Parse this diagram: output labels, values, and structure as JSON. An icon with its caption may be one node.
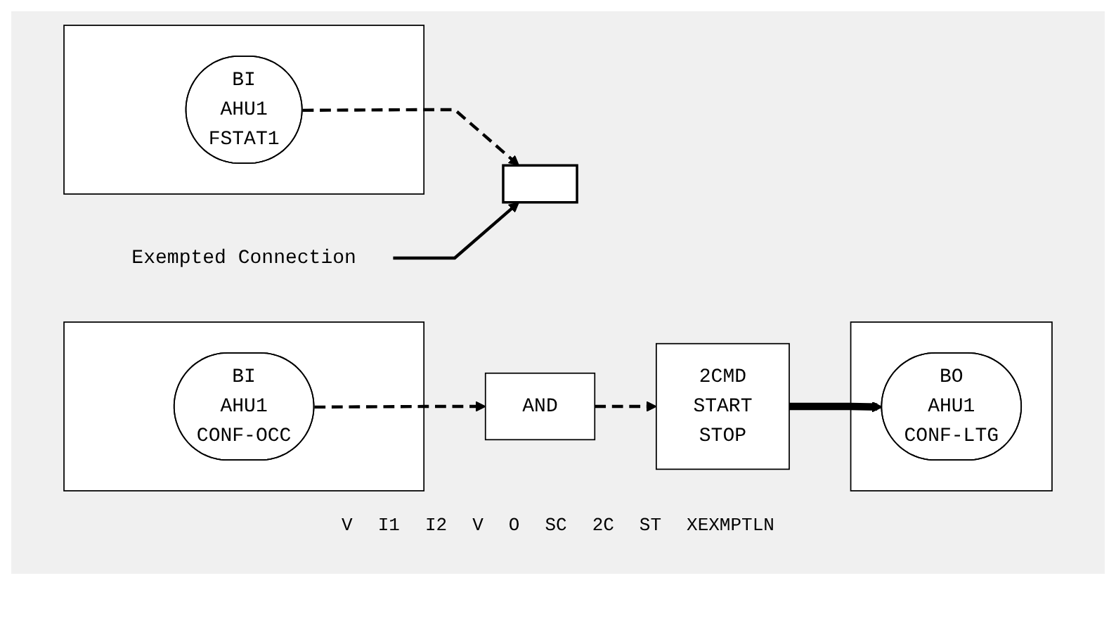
{
  "diagram": {
    "nodes": [
      {
        "text": [],
        "shape": "box"
      },
      {
        "text": [
          "BI",
          "AHU1",
          "FSTAT1"
        ],
        "in": 0
      },
      {
        "text": [
          "Exempted Connection"
        ]
      },
      {
        "text": [],
        "shape": "box"
      },
      {
        "text": [
          "AND"
        ]
      },
      {
        "text": [],
        "shape": "box"
      },
      {
        "text": [
          "BI",
          "AHU1",
          "CONF-OCC"
        ],
        "in": 5
      },
      {
        "text": [
          "2CMD",
          "START",
          "STOP"
        ]
      },
      {
        "text": [],
        "shape": "box"
      },
      {
        "text": [
          "BO",
          "AHU1",
          "CONF-LTG"
        ],
        "in": 8
      }
    ],
    "edges": [
      {
        "from": 1,
        "to": 3,
        "arrow": "to",
        "style": "dashed"
      },
      {
        "from": 2,
        "to": 3,
        "arrow": "to"
      },
      {
        "from": 6,
        "to": 4,
        "arrow": "to",
        "style": "dashed"
      },
      {
        "from": 4,
        "to": 7,
        "arrow": "to",
        "style": "dashed"
      },
      {
        "from": 7,
        "to": 9,
        "arrow": "to",
        "style": "thick"
      }
    ],
    "labels": [
      "V",
      "I1",
      "I2",
      "V",
      "O",
      "SC",
      "2C",
      "ST",
      "XEXMPTLN"
    ]
  }
}
